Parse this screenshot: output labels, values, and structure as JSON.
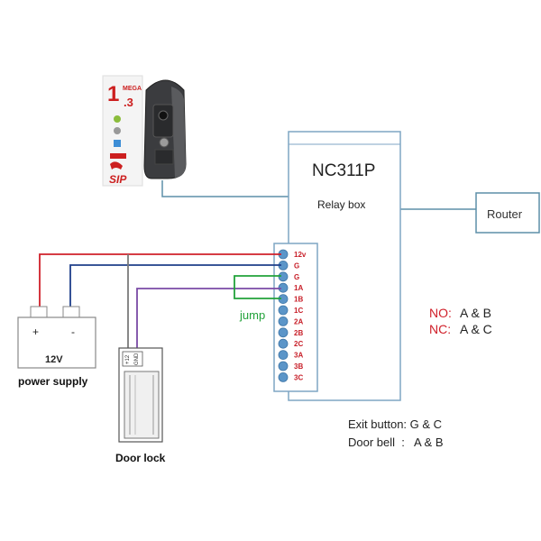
{
  "relay_box": {
    "model": "NC311P",
    "subtitle": "Relay box"
  },
  "router": {
    "label": "Router"
  },
  "terminals": [
    "12v",
    "G",
    "G",
    "1A",
    "1B",
    "1C",
    "2A",
    "2B",
    "2C",
    "3A",
    "3B",
    "3C"
  ],
  "jump_label": "jump",
  "power_supply": {
    "plus": "+",
    "minus": "-",
    "voltage": "12V",
    "caption": "power supply"
  },
  "door_lock": {
    "caption": "Door lock",
    "pin_left": "+12",
    "pin_right": "GND"
  },
  "doorbell_device": {
    "badge_number": "1",
    "badge_sub": "MEGA",
    "badge_decimal": ".3",
    "sip_text": "SIP"
  },
  "legend": {
    "no_label": "NO:",
    "no_value": "A & B",
    "nc_label": "NC:",
    "nc_value": "A & C",
    "exit_line": "Exit button: G & C",
    "bell_line": "Door bell  :   A & B"
  },
  "colors": {
    "red_wire": "#d0202a",
    "blue_wire": "#1f3f8a",
    "purple_wire": "#7a4aa6",
    "green_wire": "#22a23a",
    "gray_wire": "#7a7a7a",
    "steel_line": "#5d8fa8",
    "terminal_blue": "#5b95c8",
    "terminal_text": "#c8202a",
    "box_stroke": "#7fa6c4"
  }
}
